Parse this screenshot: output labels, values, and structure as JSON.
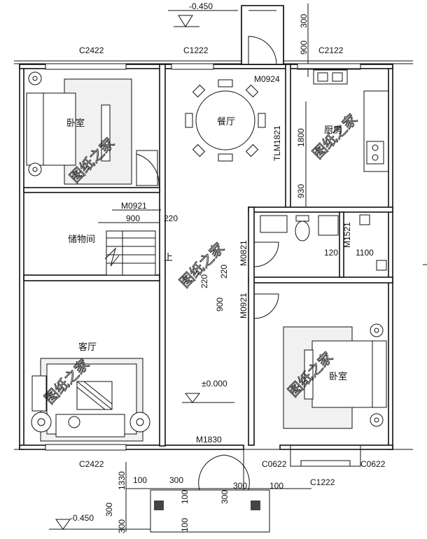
{
  "elevations": {
    "top": "-0.450",
    "bottom": "-0.450",
    "floor": "±0.000"
  },
  "rooms": {
    "bedroom_nw": "卧室",
    "dining": "餐厅",
    "kitchen": "厨房",
    "storage": "储物间",
    "living": "客厅",
    "bedroom_se": "卧室",
    "stair_up": "上"
  },
  "windows": {
    "w_nw": "C2422",
    "w_n_mid": "C1222",
    "w_ne": "C2122",
    "w_sw": "C2422",
    "w_s_left": "C0622",
    "w_s_mid": "C1222",
    "w_s_right": "C0622"
  },
  "doors": {
    "d_entry_top": "M0924",
    "d_kitchen": "TLM1821",
    "d_storage": "M0921",
    "d_bath_a": "M0821",
    "d_bath_b": "M1521",
    "d_bedroom_se": "M0921",
    "d_main": "M1830"
  },
  "dimensions": {
    "top_300": "300",
    "top_900": "900",
    "kitchen_1800": "1800",
    "kitchen_930": "930",
    "storage_900": "900",
    "storage_220": "220",
    "bath_120": "120",
    "bath_1100": "1100",
    "mid_220a": "220",
    "mid_220b": "220",
    "mid_900": "900",
    "bot_1330": "1330",
    "bot_100_l": "100",
    "bot_300_l": "300",
    "bot_300_r": "300",
    "bot_300_r2": "300",
    "bot_100_r": "100",
    "bot_100_a": "100",
    "bot_100_b": "100",
    "bot_300_v": "300",
    "bot_300_v2": "300"
  },
  "watermark": "图纸之家"
}
